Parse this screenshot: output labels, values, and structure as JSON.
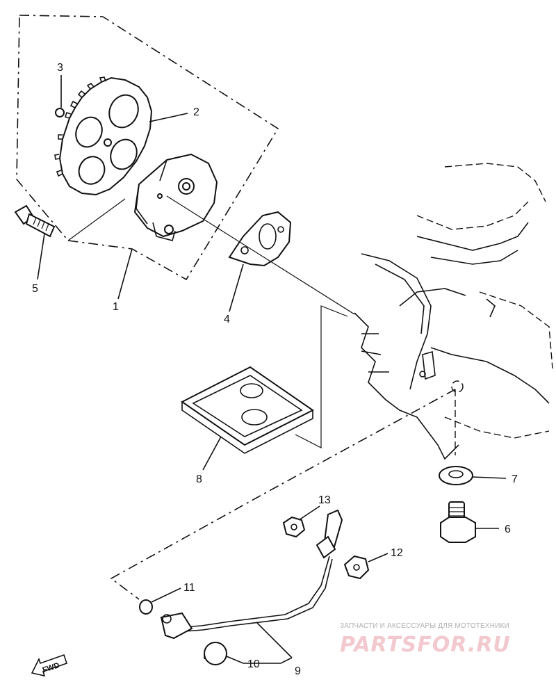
{
  "callouts": [
    {
      "id": "1",
      "label": "1"
    },
    {
      "id": "2",
      "label": "2"
    },
    {
      "id": "3",
      "label": "3"
    },
    {
      "id": "4",
      "label": "4"
    },
    {
      "id": "5",
      "label": "5"
    },
    {
      "id": "6",
      "label": "6"
    },
    {
      "id": "7",
      "label": "7"
    },
    {
      "id": "8",
      "label": "8"
    },
    {
      "id": "9",
      "label": "9"
    },
    {
      "id": "10",
      "label": "10"
    },
    {
      "id": "11",
      "label": "11"
    },
    {
      "id": "12",
      "label": "12"
    },
    {
      "id": "13",
      "label": "13"
    }
  ],
  "direction_marker": {
    "label": "FWD",
    "icon": "fwd-arrow-icon"
  },
  "watermark": {
    "tagline": "ЗАПЧАСТИ И АКСЕССУАРЫ ДЛЯ МОТОТЕХНИКИ",
    "logo": "PARTSFOR.RU",
    "color": "#e8a2ad"
  }
}
